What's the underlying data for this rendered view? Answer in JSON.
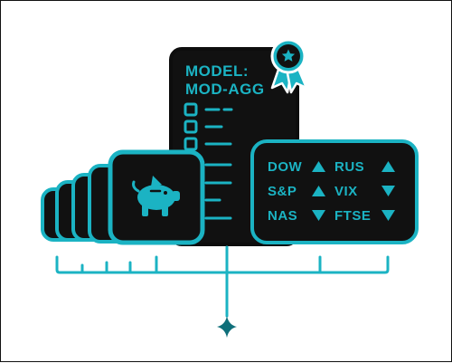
{
  "model_card": {
    "title": "MODEL:",
    "id": "MOD-AGG"
  },
  "market_panel": {
    "tickers": [
      {
        "symbol": "DOW",
        "direction": "up"
      },
      {
        "symbol": "RUS",
        "direction": "up"
      },
      {
        "symbol": "S&P",
        "direction": "up"
      },
      {
        "symbol": "VIX",
        "direction": "down"
      },
      {
        "symbol": "NAS",
        "direction": "down"
      },
      {
        "symbol": "FTSE",
        "direction": "down"
      }
    ]
  },
  "icons": {
    "award": "award-ribbon-star-icon",
    "savings": "piggy-bank-icon",
    "anchor": "four-point-star-icon"
  },
  "colors": {
    "accent": "#1bb3c3",
    "panel": "#111111",
    "outline": "#0d0d0d",
    "background": "#ffffff"
  }
}
